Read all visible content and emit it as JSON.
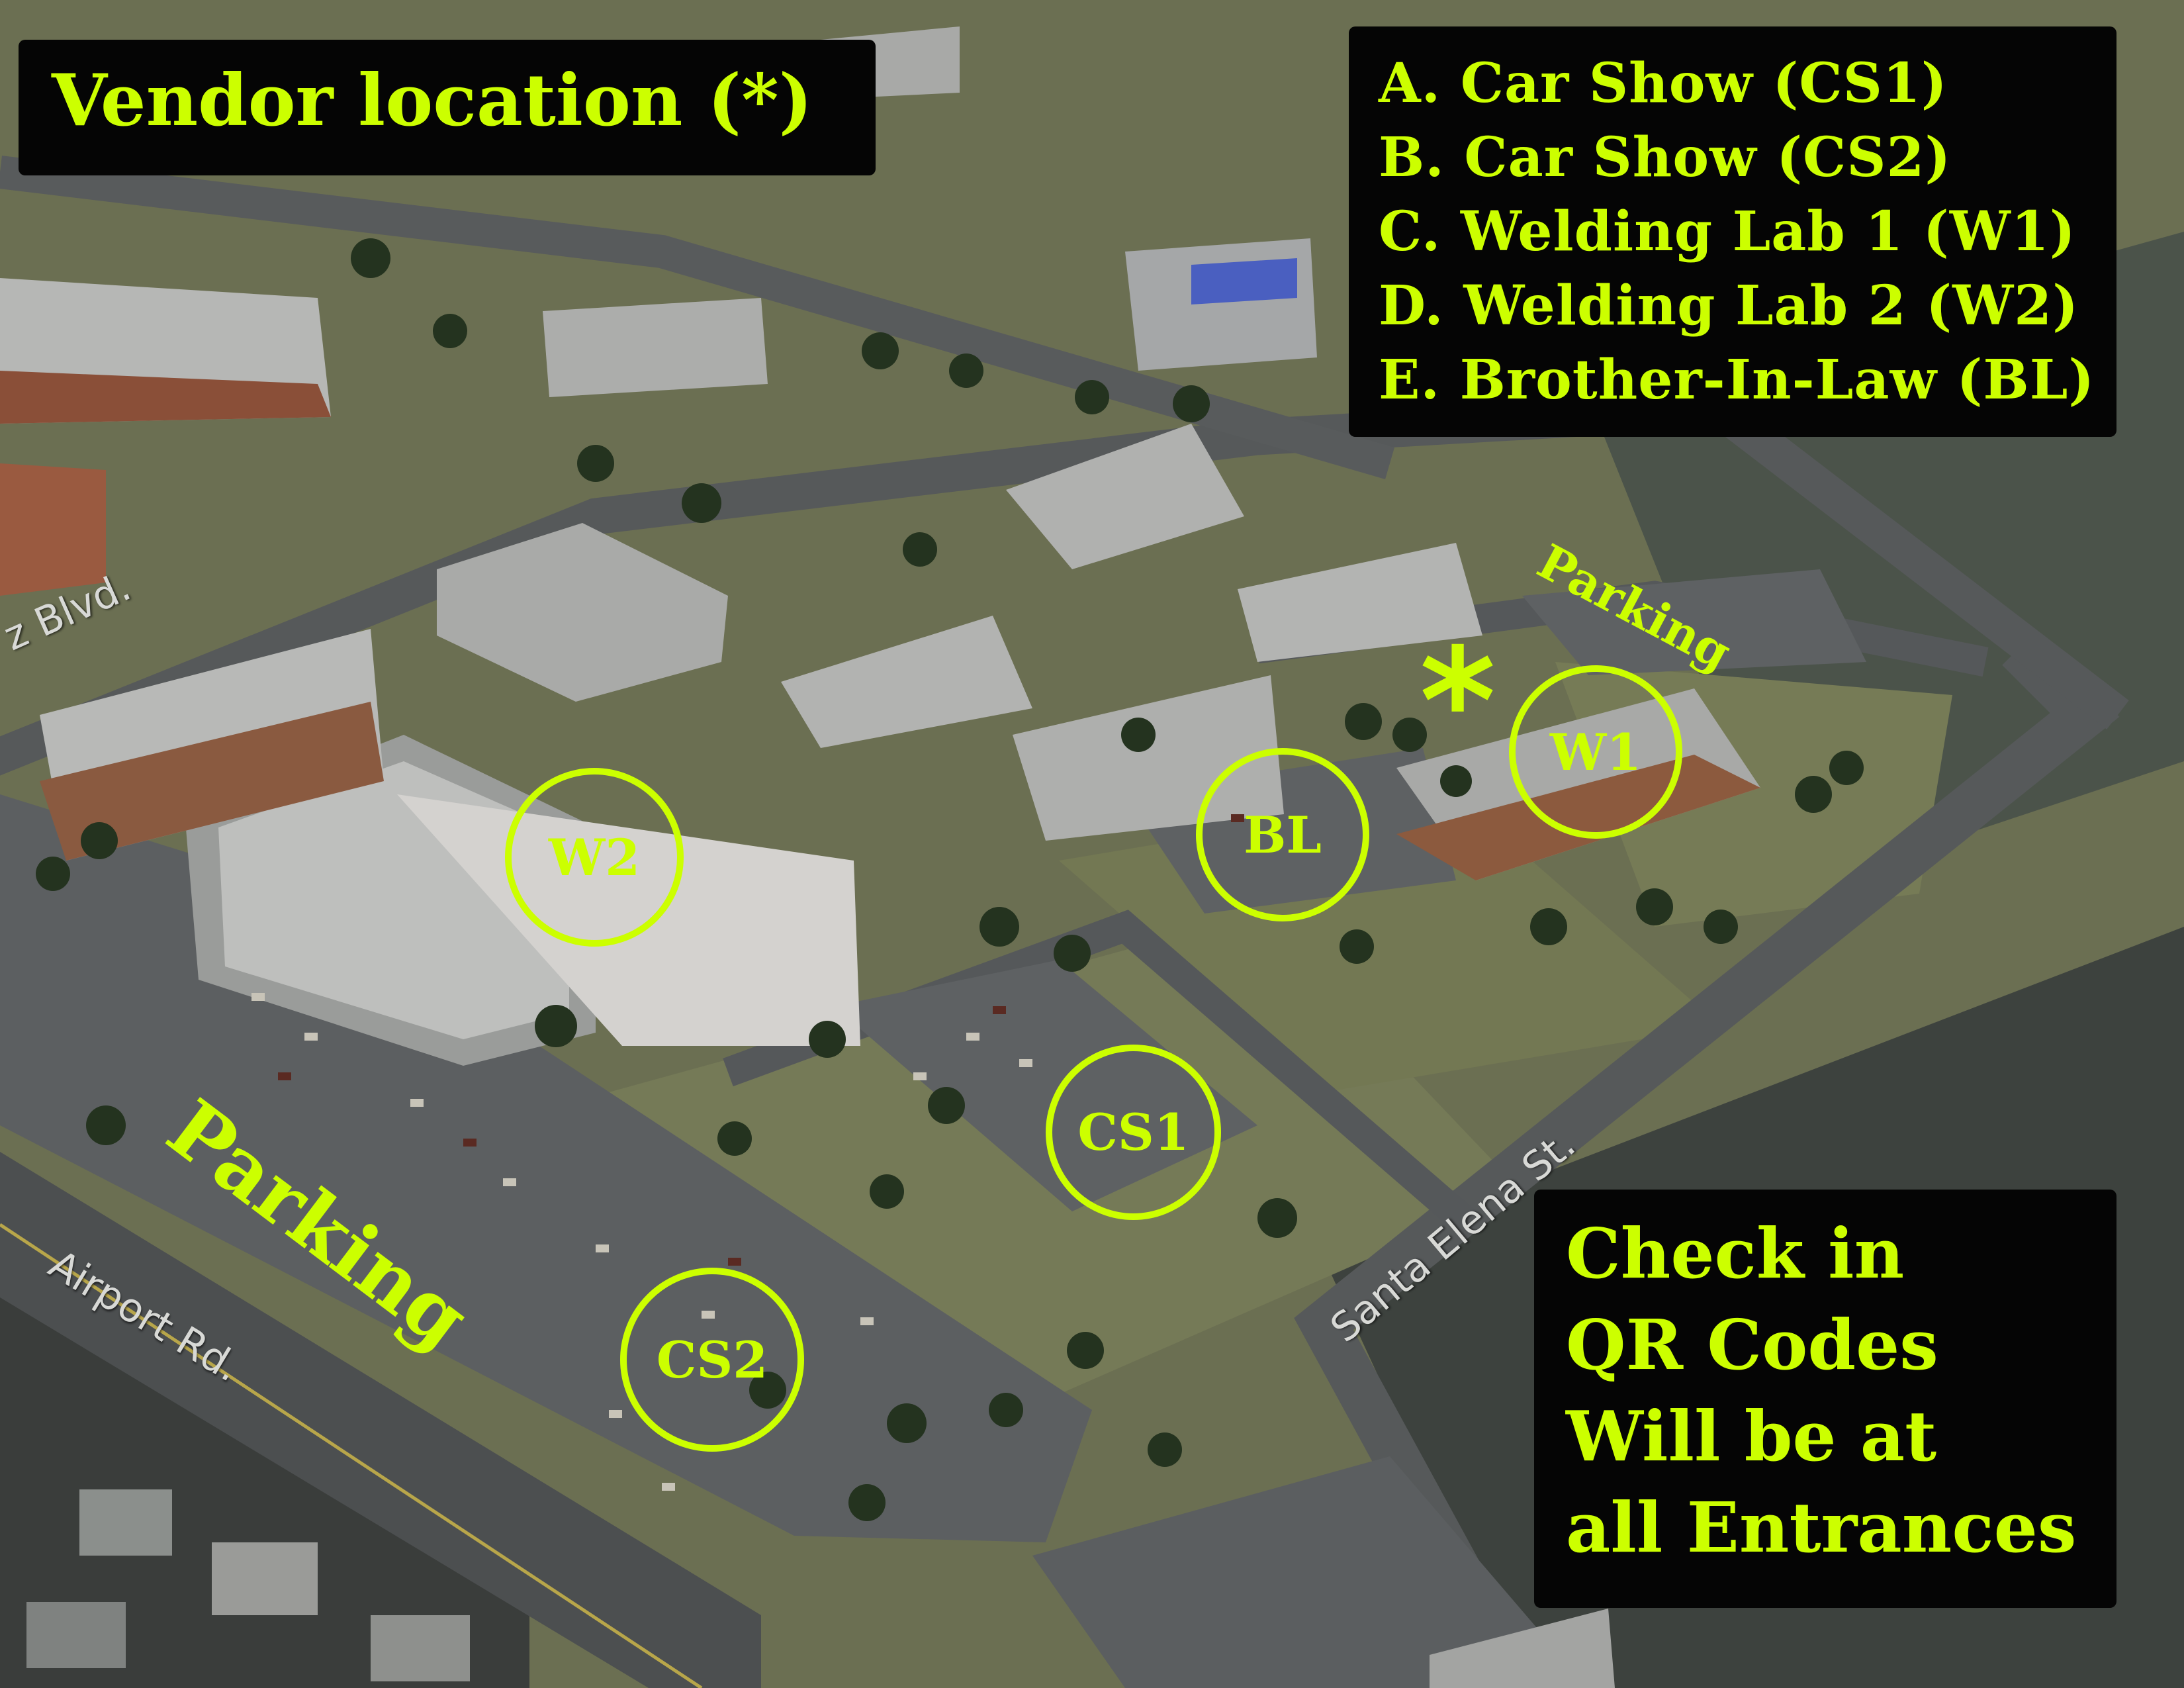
{
  "accent": "#ccff00",
  "vendor_panel": {
    "title": "Vendor location (*)"
  },
  "legend_panel": {
    "items": [
      "A. Car Show (CS1)",
      "B. Car Show (CS2)",
      "C. Welding Lab 1 (W1)",
      "D. Welding Lab 2 (W2)",
      "E. Brother-In-Law (BL)"
    ]
  },
  "checkin_panel": {
    "lines": [
      "Check in",
      "QR Codes",
      "Will be at",
      "all Entrances"
    ]
  },
  "markers": {
    "w1": "W1",
    "w2": "W2",
    "bl": "BL",
    "cs1": "CS1",
    "cs2": "CS2"
  },
  "vendor_marker": "*",
  "labels": {
    "parking_large": "Parking",
    "parking_small": "Parking"
  },
  "streets": {
    "santa_elena": "Santa Elena St.",
    "airport": "Airport Rd.",
    "blvd": "z Blvd."
  }
}
